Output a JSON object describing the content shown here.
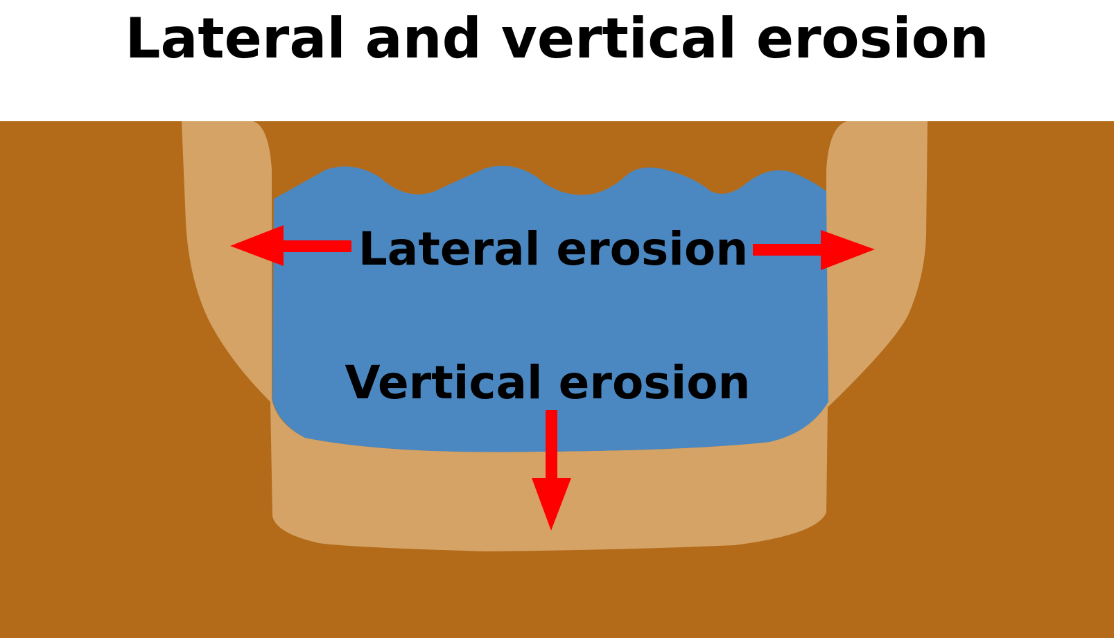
{
  "title": "Lateral and vertical erosion",
  "labels": {
    "lateral": "Lateral erosion",
    "vertical": "Vertical erosion"
  },
  "colors": {
    "bedrock": "#b36b1a",
    "eroded_layer": "#d5a366",
    "water": "#4b88c2",
    "arrow": "#ff0000",
    "text": "#000000",
    "background": "#ffffff"
  },
  "legend": []
}
